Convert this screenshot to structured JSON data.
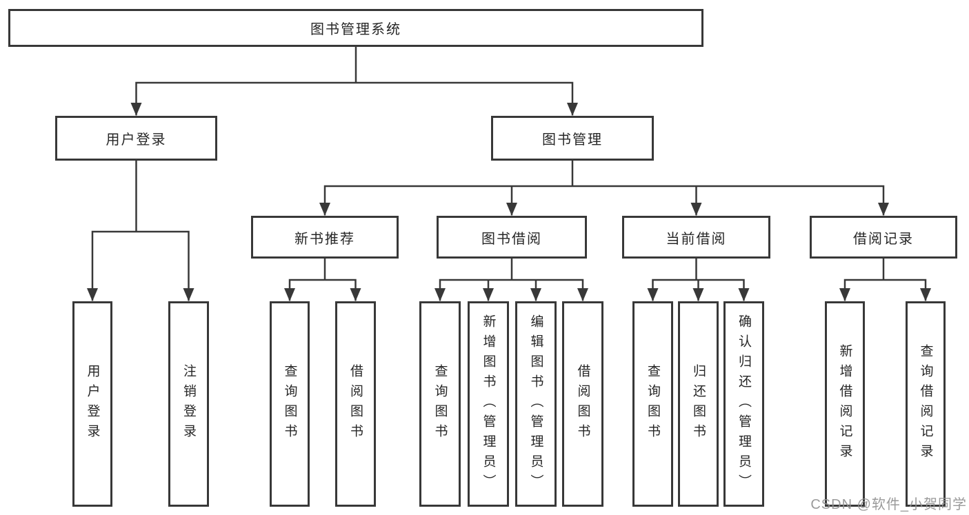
{
  "diagram": {
    "title": "图书管理系统",
    "branches": [
      {
        "label": "用户登录",
        "children": [
          {
            "label": "用户登录"
          },
          {
            "label": "注销登录"
          }
        ]
      },
      {
        "label": "图书管理",
        "sections": [
          {
            "label": "新书推荐",
            "children": [
              {
                "label": "查询图书"
              },
              {
                "label": "借阅图书"
              }
            ]
          },
          {
            "label": "图书借阅",
            "children": [
              {
                "label": "查询图书"
              },
              {
                "label": "新增图书（管理员）"
              },
              {
                "label": "编辑图书（管理员）"
              },
              {
                "label": "借阅图书"
              }
            ]
          },
          {
            "label": "当前借阅",
            "children": [
              {
                "label": "查询图书"
              },
              {
                "label": "归还图书"
              },
              {
                "label": "确认归还（管理员）"
              }
            ]
          },
          {
            "label": "借阅记录",
            "children": [
              {
                "label": "新增借阅记录"
              },
              {
                "label": "查询借阅记录"
              }
            ]
          }
        ]
      }
    ]
  },
  "watermark": {
    "text": "CSDN @软件_小贺同学",
    "color": "#919191"
  },
  "colors": {
    "line": "#383838",
    "box_border": "#383838",
    "box_background": "#ffffff",
    "label_text": "#262626",
    "page_background": "#ffffff"
  }
}
